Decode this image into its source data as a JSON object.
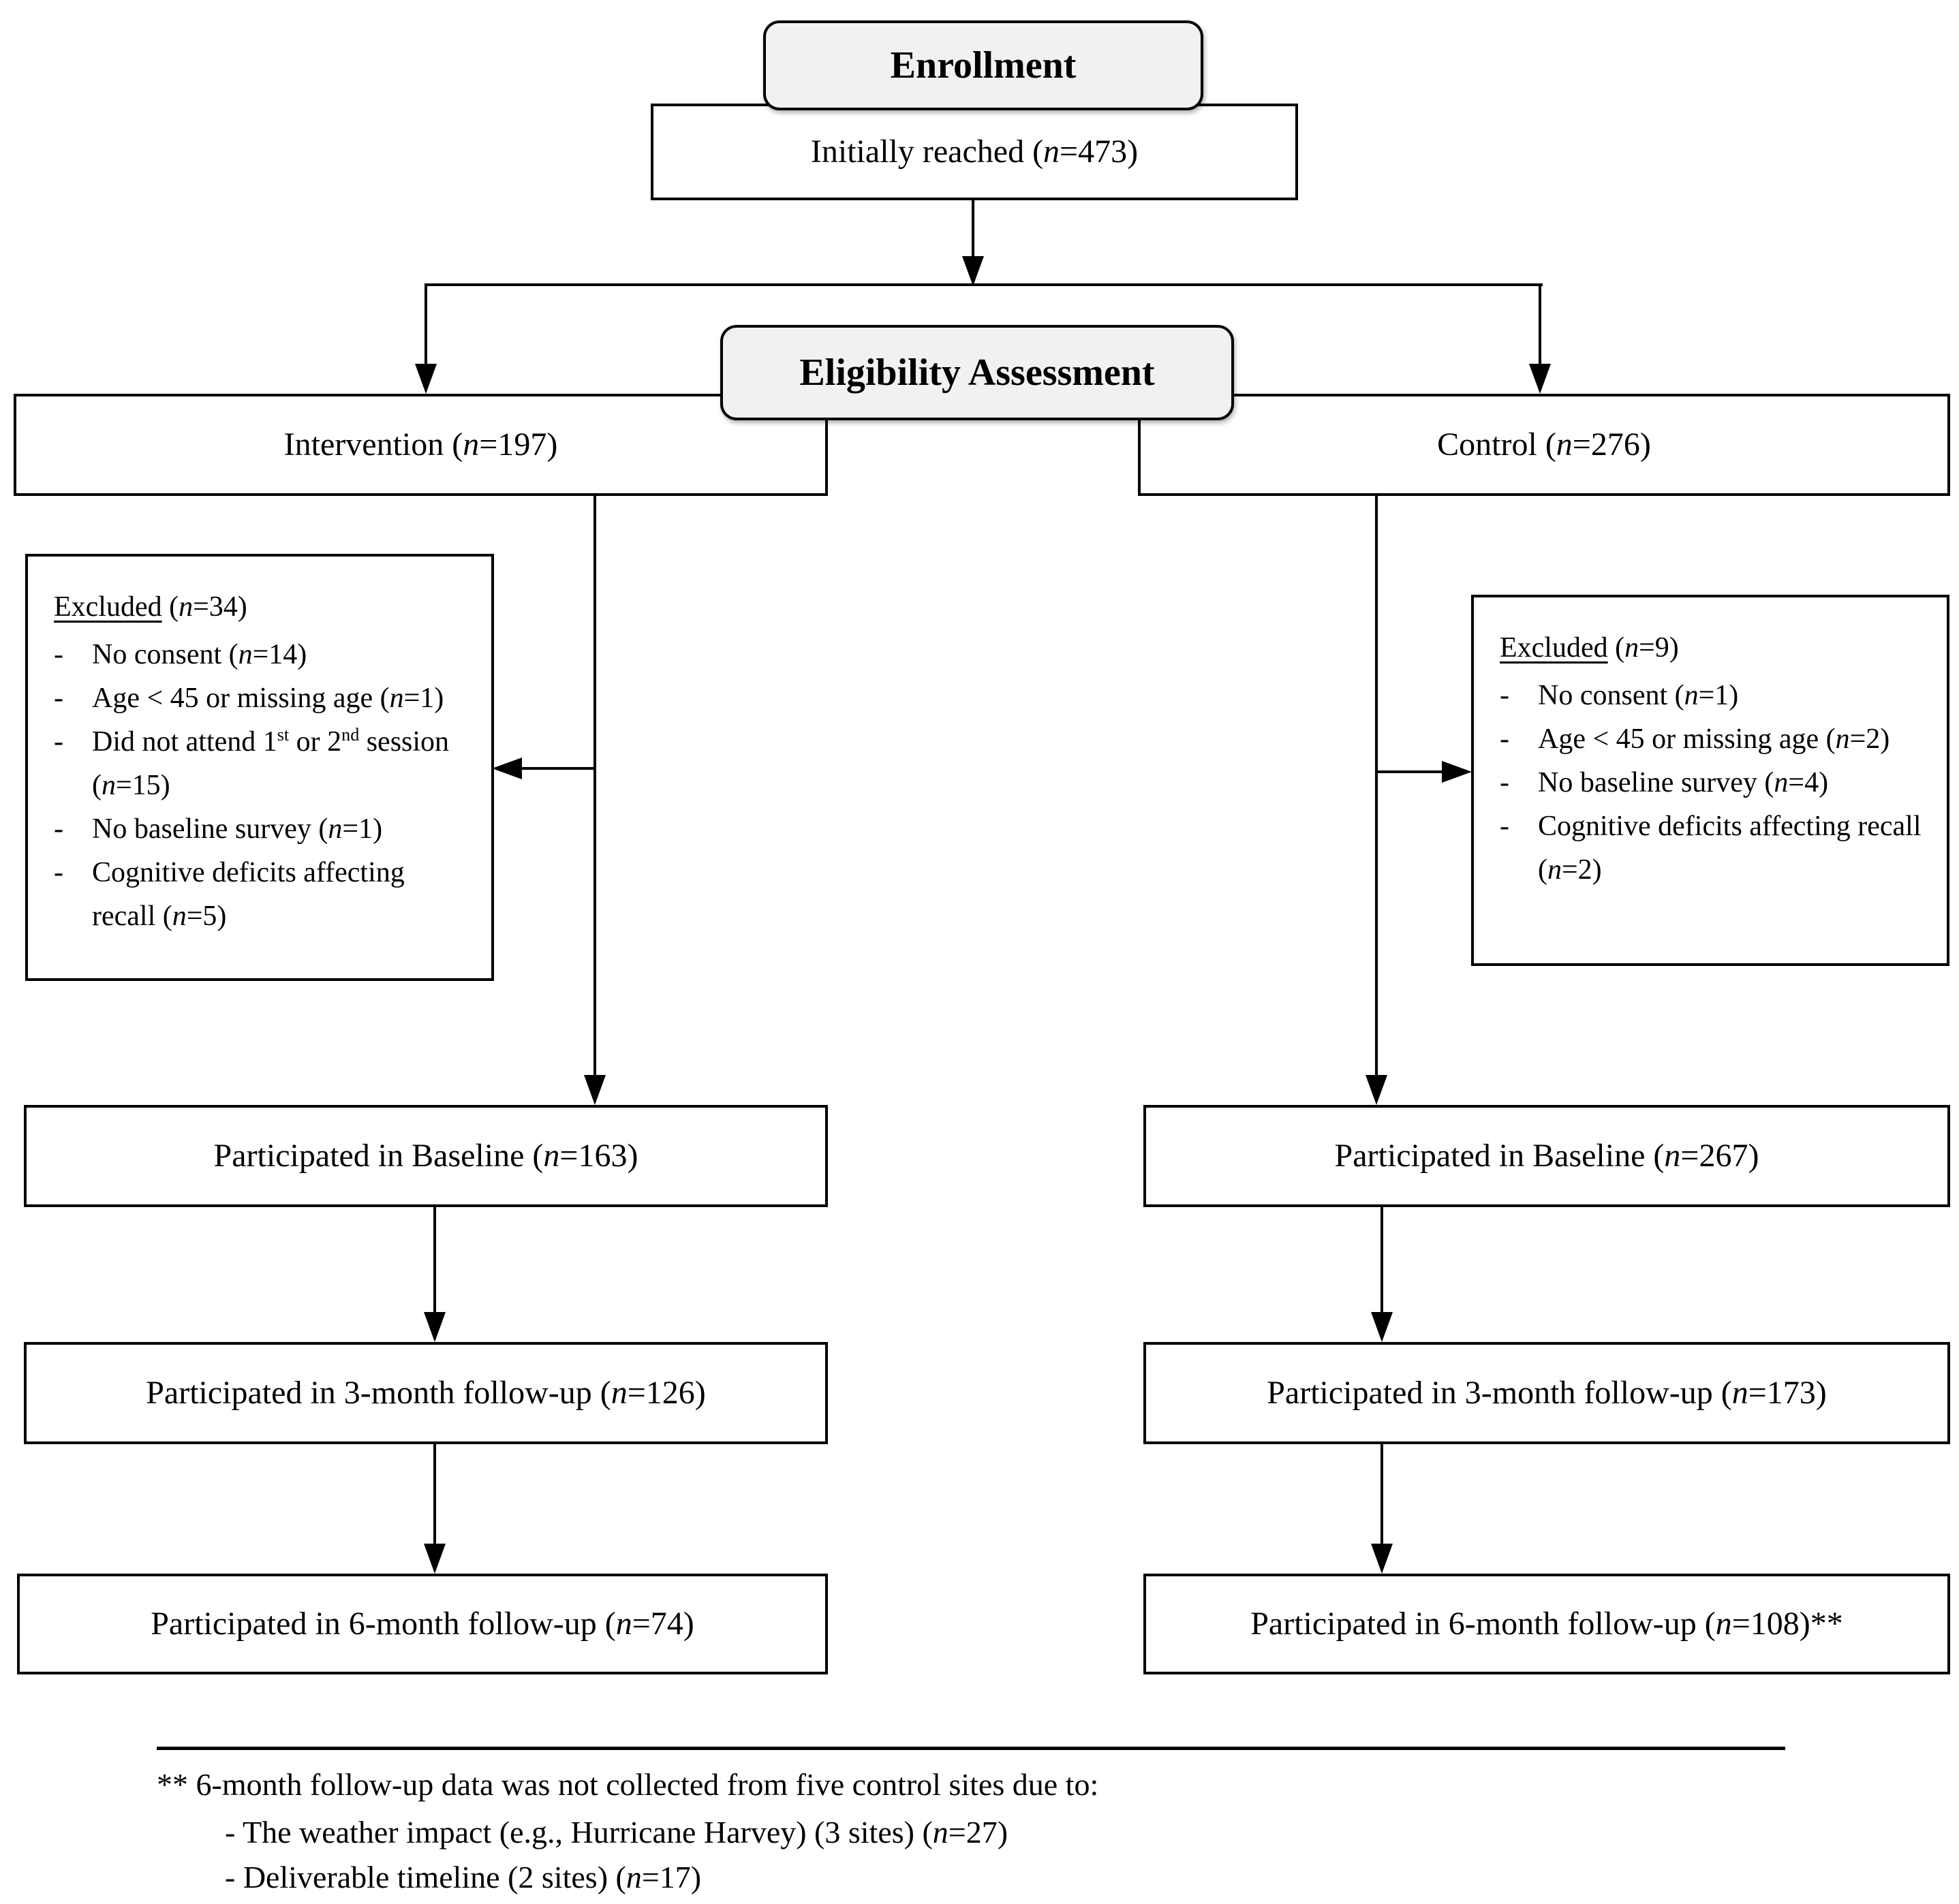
{
  "diagram": {
    "bullet": "-",
    "colors": {
      "header_fill": "#f1f1f1",
      "border": "#000000",
      "background": "#ffffff"
    },
    "stages": {
      "enrollment_header": "Enrollment",
      "initially_reached": "Initially reached (n=473)",
      "eligibility_header": "Eligibility Assessment"
    },
    "intervention": {
      "group": "Intervention (n=197)",
      "excluded": {
        "label": "Excluded",
        "count": "(n=34)",
        "reasons": [
          "No consent (n=14)",
          "Age < 45 or missing age (n=1)",
          "Did not attend 1st or 2nd session (n=15)",
          "No baseline survey (n=1)",
          "Cognitive deficits affecting recall (n=5)"
        ]
      },
      "baseline": "Participated in Baseline (n=163)",
      "followup_3m": "Participated in 3-month follow-up (n=126)",
      "followup_6m": "Participated in 6-month follow-up (n=74)"
    },
    "control": {
      "group": "Control (n=276)",
      "excluded": {
        "label": "Excluded",
        "count": "(n=9)",
        "reasons": [
          "No consent (n=1)",
          "Age < 45 or missing age (n=2)",
          "No baseline survey (n=4)",
          "Cognitive deficits affecting recall (n=2)"
        ]
      },
      "baseline": "Participated in Baseline (n=267)",
      "followup_3m": "Participated in 3-month follow-up (n=173)",
      "followup_6m": "Participated in 6-month follow-up (n=108)**"
    },
    "footnote": {
      "line1": "** 6-month follow-up data was not collected from five control sites due to:",
      "line2": "- The weather impact (e.g., Hurricane Harvey) (3 sites) (n=27)",
      "line3": "- Deliverable timeline (2 sites) (n=17)"
    }
  }
}
